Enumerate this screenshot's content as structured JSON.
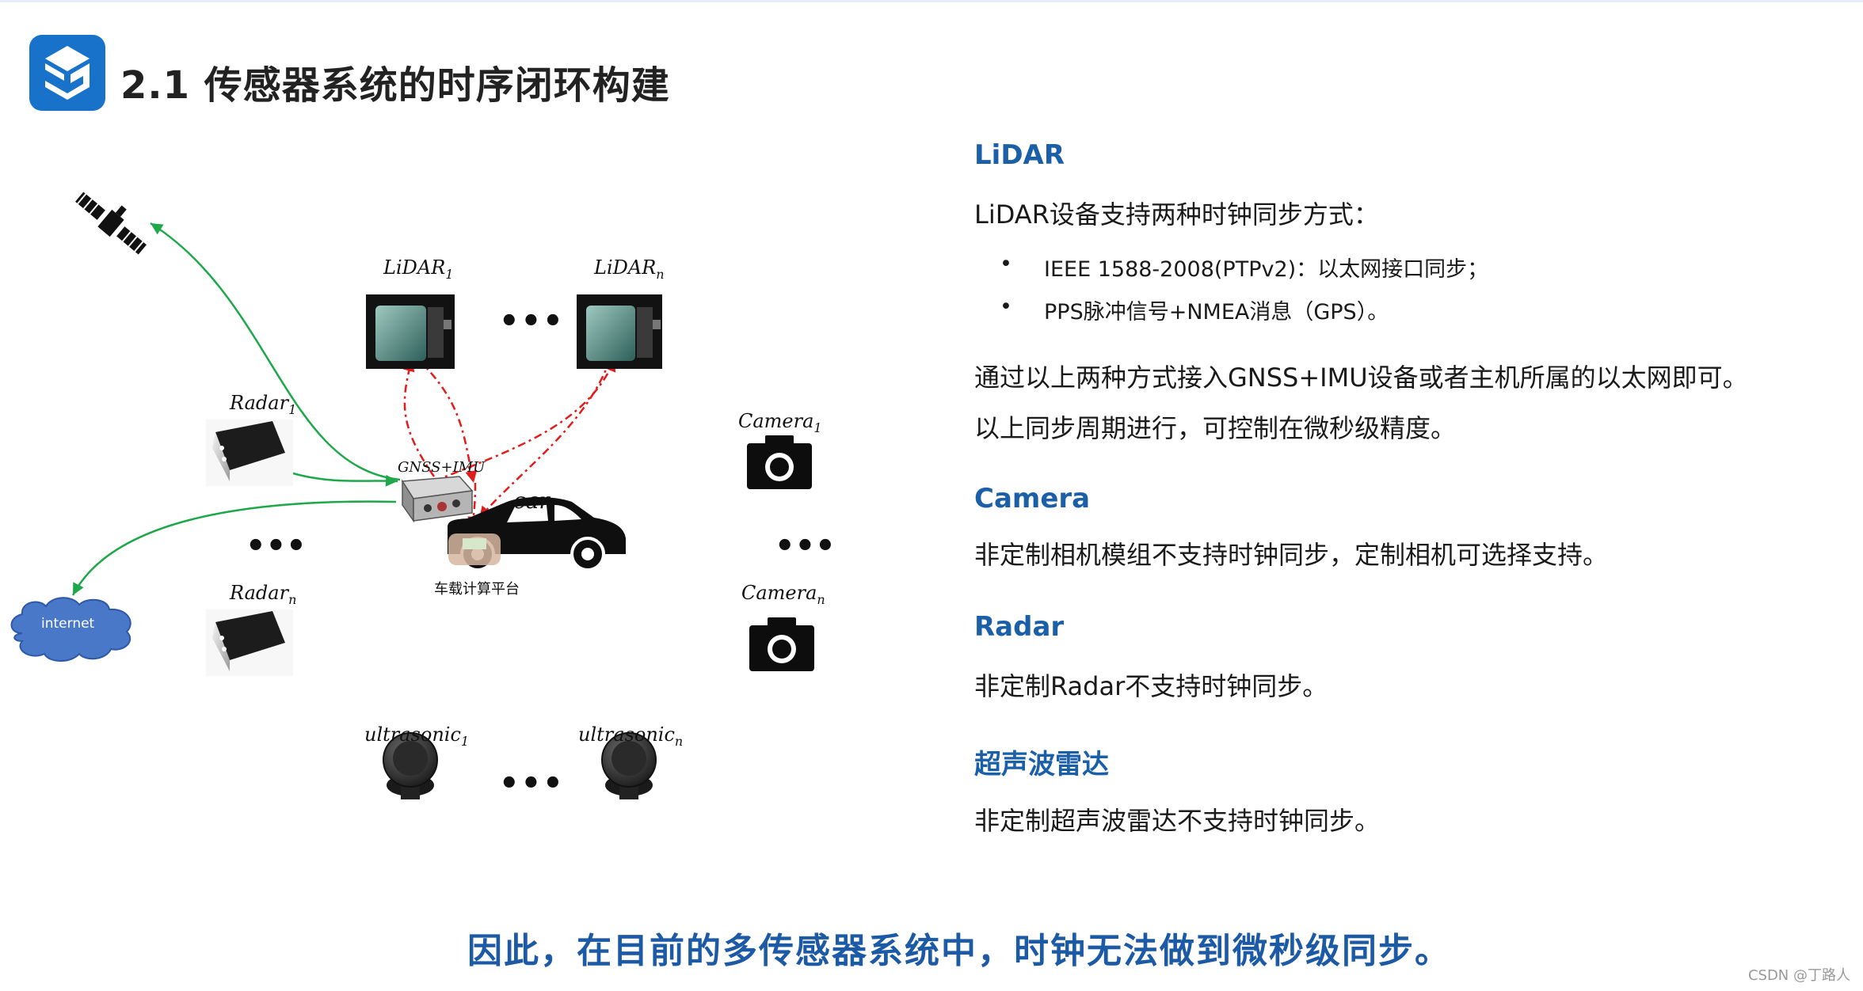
{
  "header": {
    "title": "2.1 传感器系统的时序闭环构建"
  },
  "diagram": {
    "lidar_1": "LiDAR",
    "lidar_1_sub": "1",
    "lidar_n": "LiDAR",
    "lidar_n_sub": "n",
    "radar_1": "Radar",
    "radar_1_sub": "1",
    "radar_n": "Radar",
    "radar_n_sub": "n",
    "camera_1": "Camera",
    "camera_1_sub": "1",
    "camera_n": "Camera",
    "camera_n_sub": "n",
    "ultrasonic_1": "ultrasonic",
    "ultrasonic_1_sub": "1",
    "ultrasonic_n": "ultrasonic",
    "ultrasonic_n_sub": "n",
    "gnss_imu": "GNSS+IMU",
    "car": "car",
    "platform": "车载计算平台",
    "internet": "internet",
    "ellipsis": "•••",
    "vellipsis": "•••"
  },
  "sections": {
    "lidar": {
      "title": "LiDAR",
      "intro": "LiDAR设备支持两种时钟同步方式：",
      "bullets": [
        "IEEE 1588-2008(PTPv2)：以太网接口同步；",
        "PPS脉冲信号+NMEA消息（GPS）。"
      ],
      "bullet_symbol": "•",
      "para1": "通过以上两种方式接入GNSS+IMU设备或者主机所属的以太网即可。",
      "para2": "以上同步周期进行，可控制在微秒级精度。"
    },
    "camera": {
      "title": "Camera",
      "text": "非定制相机模组不支持时钟同步，定制相机可选择支持。"
    },
    "radar": {
      "title": "Radar",
      "text": "非定制Radar不支持时钟同步。"
    },
    "ultrasonic": {
      "title": "超声波雷达",
      "text": "非定制超声波雷达不支持时钟同步。"
    }
  },
  "conclusion": "因此，在目前的多传感器系统中，时钟无法做到微秒级同步。",
  "watermark": "CSDN @丁路人",
  "colors": {
    "accent_blue": "#1b5fa8",
    "logo_blue": "#1872c9",
    "green_link": "#1ea84a",
    "red_link": "#e31b1b"
  },
  "icons": [
    "satellite-icon",
    "camera-icon",
    "radar-device-icon",
    "lidar-device-icon",
    "ultrasonic-sensor-icon",
    "gnss-imu-device-icon",
    "car-icon",
    "cloud-icon"
  ]
}
